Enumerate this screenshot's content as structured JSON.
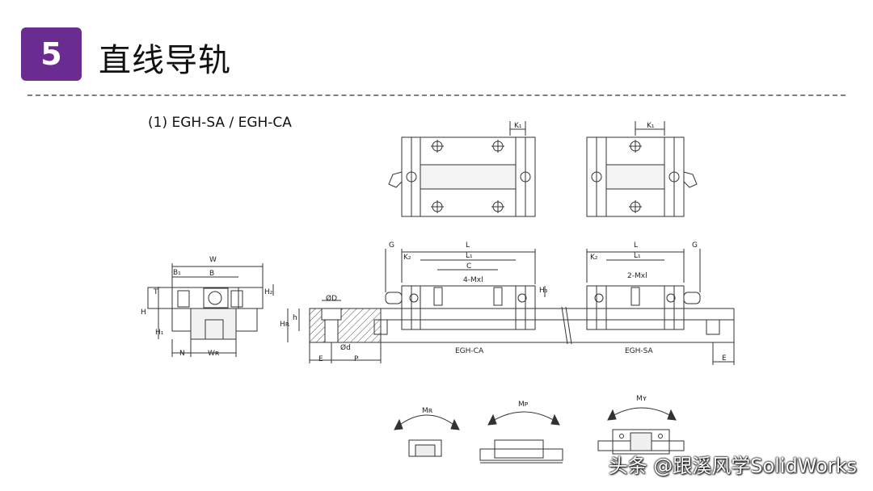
{
  "header": {
    "number": "5",
    "title": "直线导轨",
    "badge_color": "#6a2c91"
  },
  "section": {
    "subtitle": "(1) EGH-SA / EGH-CA"
  },
  "labels": {
    "K1": "K₁",
    "W": "W",
    "B1": "B₁",
    "B": "B",
    "T": "T",
    "H": "H",
    "H1": "H₁",
    "H2": "H₂",
    "N": "N",
    "WR": "Wʀ",
    "HR": "Hʀ",
    "h": "h",
    "phiD": "ØD",
    "phid": "Ød",
    "E": "E",
    "P": "P",
    "G": "G",
    "L": "L",
    "L1": "L₁",
    "K2": "K₂",
    "C": "C",
    "H3": "H₃",
    "bolt4": "4-Mxl",
    "bolt2": "2-Mxl",
    "EGH_CA": "EGH-CA",
    "EGH_SA": "EGH-SA",
    "MR": "Mʀ",
    "MP": "Mᴘ",
    "MY": "Mʏ"
  },
  "watermark": "头条 @跟溪风学SolidWorks"
}
